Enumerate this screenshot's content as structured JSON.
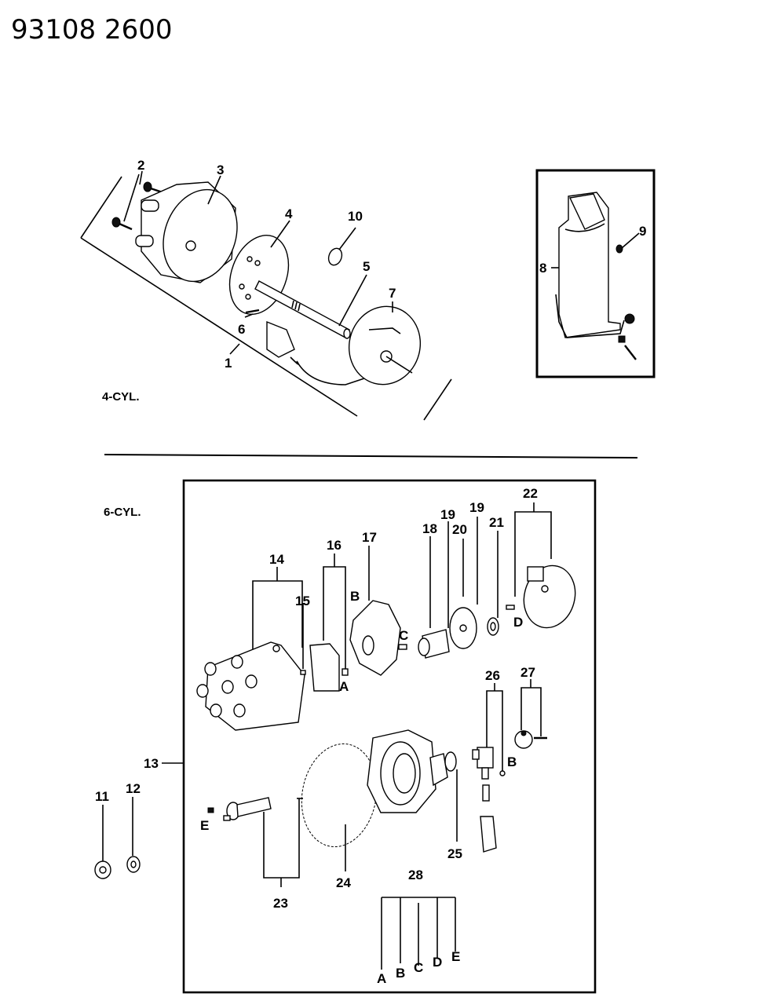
{
  "document": {
    "id": "93108 2600"
  },
  "sections": {
    "four_cyl": {
      "title": "4-CYL."
    },
    "six_cyl": {
      "title": "6-CYL."
    }
  },
  "callouts": {
    "c1": "1",
    "c2": "2",
    "c3": "3",
    "c4": "4",
    "c5": "5",
    "c6": "6",
    "c7": "7",
    "c8": "8",
    "c9": "9",
    "c10": "10",
    "c11": "11",
    "c12": "12",
    "c13": "13",
    "c14": "14",
    "c15": "15",
    "c16": "16",
    "c17": "17",
    "c18": "18",
    "c19a": "19",
    "c19b": "19",
    "c20": "20",
    "c21": "21",
    "c22": "22",
    "c23": "23",
    "c24": "24",
    "c25": "25",
    "c26": "26",
    "c27": "27",
    "c28": "28"
  },
  "ref_letters": {
    "a_top": "A",
    "b_top": "B",
    "c_top": "C",
    "d_top": "D",
    "b_mid": "B",
    "e_mid": "E",
    "kit_a": "A",
    "kit_b": "B",
    "kit_c": "C",
    "kit_d": "D",
    "kit_e": "E"
  }
}
